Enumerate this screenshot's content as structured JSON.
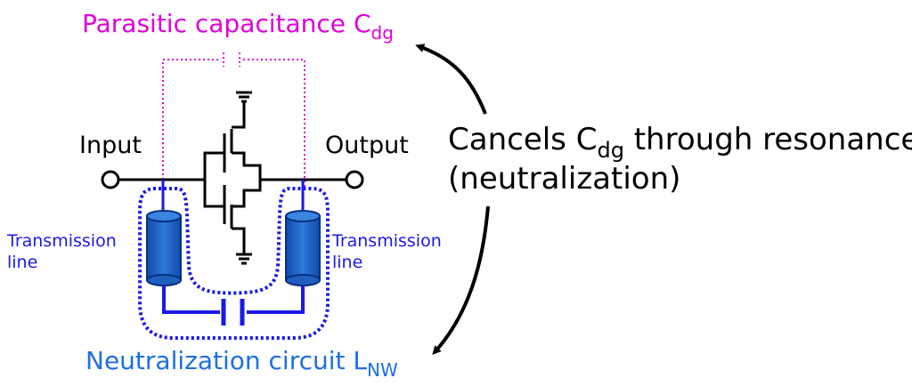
{
  "parasitic": {
    "text": "Parasitic capacitance C",
    "sub": "dg",
    "color": "#e000d8"
  },
  "input_label": "Input",
  "output_label": "Output",
  "tline_left": [
    "Transmission",
    "line"
  ],
  "tline_right": [
    "Transmission",
    "line"
  ],
  "neutralization": {
    "text": "Neutralization circuit L",
    "sub": "NW",
    "color": "#1e6fe0"
  },
  "annotation": {
    "line1_a": "Cancels C",
    "line1_sub": "dg",
    "line1_b": " through resonance",
    "line2": "(neutralization)"
  },
  "colors": {
    "wire": "#000000",
    "blue": "#1a1ae6",
    "cylinder": "#1f5fbf",
    "cylinder_edge": "#0b2f80",
    "label_blue": "#1a1ae6"
  }
}
